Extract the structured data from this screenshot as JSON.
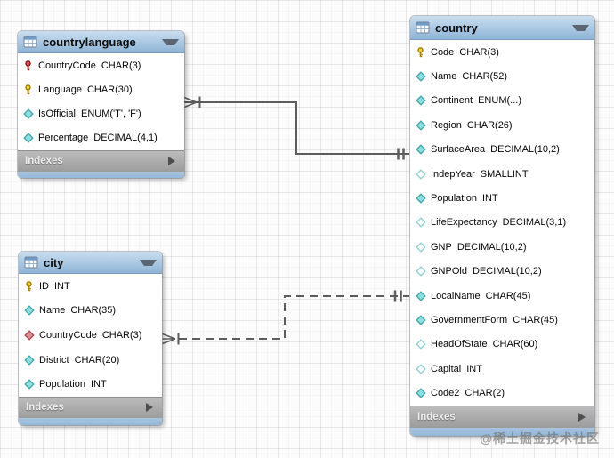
{
  "tables": [
    {
      "title": "countrylanguage",
      "footer": "Indexes",
      "columns": [
        {
          "icon": "primary-foreign-key",
          "name": "CountryCode",
          "type": "CHAR(3)"
        },
        {
          "icon": "primary-key",
          "name": "Language",
          "type": "CHAR(30)"
        },
        {
          "icon": "not-null",
          "name": "IsOfficial",
          "type": "ENUM('T', 'F')"
        },
        {
          "icon": "not-null",
          "name": "Percentage",
          "type": "DECIMAL(4,1)"
        }
      ]
    },
    {
      "title": "city",
      "footer": "Indexes",
      "columns": [
        {
          "icon": "primary-key",
          "name": "ID",
          "type": "INT"
        },
        {
          "icon": "not-null",
          "name": "Name",
          "type": "CHAR(35)"
        },
        {
          "icon": "foreign-key",
          "name": "CountryCode",
          "type": "CHAR(3)"
        },
        {
          "icon": "not-null",
          "name": "District",
          "type": "CHAR(20)"
        },
        {
          "icon": "not-null",
          "name": "Population",
          "type": "INT"
        }
      ]
    },
    {
      "title": "country",
      "footer": "Indexes",
      "columns": [
        {
          "icon": "primary-key",
          "name": "Code",
          "type": "CHAR(3)"
        },
        {
          "icon": "not-null",
          "name": "Name",
          "type": "CHAR(52)"
        },
        {
          "icon": "not-null",
          "name": "Continent",
          "type": "ENUM(...)"
        },
        {
          "icon": "not-null",
          "name": "Region",
          "type": "CHAR(26)"
        },
        {
          "icon": "not-null",
          "name": "SurfaceArea",
          "type": "DECIMAL(10,2)"
        },
        {
          "icon": "nullable",
          "name": "IndepYear",
          "type": "SMALLINT"
        },
        {
          "icon": "not-null",
          "name": "Population",
          "type": "INT"
        },
        {
          "icon": "nullable",
          "name": "LifeExpectancy",
          "type": "DECIMAL(3,1)"
        },
        {
          "icon": "nullable",
          "name": "GNP",
          "type": "DECIMAL(10,2)"
        },
        {
          "icon": "nullable",
          "name": "GNPOld",
          "type": "DECIMAL(10,2)"
        },
        {
          "icon": "not-null",
          "name": "LocalName",
          "type": "CHAR(45)"
        },
        {
          "icon": "not-null",
          "name": "GovernmentForm",
          "type": "CHAR(45)"
        },
        {
          "icon": "nullable",
          "name": "HeadOfState",
          "type": "CHAR(60)"
        },
        {
          "icon": "nullable",
          "name": "Capital",
          "type": "INT"
        },
        {
          "icon": "not-null",
          "name": "Code2",
          "type": "CHAR(2)"
        }
      ]
    }
  ],
  "relationships": [
    {
      "from": "countrylanguage",
      "to": "country",
      "line": "solid",
      "from_end": "many-mandatory (crow's foot + bar)",
      "to_end": "one-mandatory (double bar)"
    },
    {
      "from": "city",
      "to": "country",
      "line": "dashed",
      "from_end": "many-mandatory (crow's foot + bar)",
      "to_end": "one-mandatory (double bar)"
    }
  ],
  "watermark": "@稀土掘金技术社区",
  "colors": {
    "table_header": "#a9c7e2",
    "table_bottom_bar": "#9dbfde",
    "indexes_bar": "#a8a8a8",
    "relationship_line": "#5d5d5d",
    "primary_key_icon": "#f0d13c",
    "primary_foreign_key_icon": "#e05252",
    "not_null_icon": "#8ee0e0",
    "nullable_icon": "#ffffff",
    "foreign_key_icon": "#dc8f97"
  }
}
